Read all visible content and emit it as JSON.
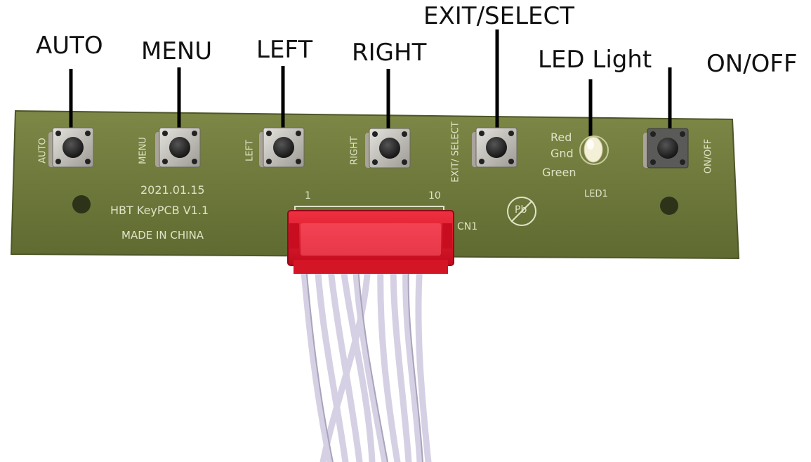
{
  "callouts": {
    "auto": "AUTO",
    "menu": "MENU",
    "left": "LEFT",
    "right": "RIGHT",
    "exit_select": "EXIT/SELECT",
    "led_light": "LED Light",
    "on_off": "ON/OFF"
  },
  "silkscreen": {
    "auto": "AUTO",
    "menu": "MENU",
    "left": "LEFT",
    "right": "RIGHT",
    "exit_select": "EXIT/ SELECT",
    "on_off": "ON/OFF",
    "led_red": "Red",
    "led_gnd": "Gnd",
    "led_green": "Green",
    "led_ref": "LED1",
    "date": "2021.01.15",
    "board_name": "HBT KeyPCB V1.1",
    "made_in": "MADE IN CHINA",
    "pin_first": "1",
    "pin_last": "10",
    "connector_ref": "CN1",
    "pb_free_mark": "Pb"
  },
  "colors": {
    "pcb": "#6f7a3c",
    "silkscreen": "#dfe3c6",
    "connector": "#e0182a",
    "wire": "#d8d2e6",
    "button_cap": "#1c1c1c",
    "button_body": "#c9c7c0"
  }
}
